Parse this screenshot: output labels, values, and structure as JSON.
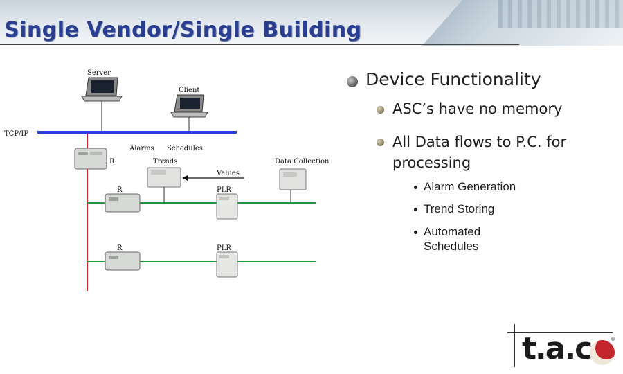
{
  "header": {
    "title": "Single Vendor/Single Building"
  },
  "diagram": {
    "labels": {
      "server": "Server",
      "client": "Client",
      "network": "TCP/IP",
      "alarms": "Alarms",
      "schedules": "Schedules",
      "trends": "Trends",
      "data_collection": "Data Collection",
      "values": "Values",
      "r1": "R",
      "r2": "R",
      "r3": "R",
      "plr1": "PLR",
      "plr2": "PLR"
    },
    "colors": {
      "tcp_bus": "#2b3fd6",
      "main_bus": "#d4202a",
      "field_bus": "#1f9a3a"
    }
  },
  "content": {
    "heading": "Device Functionality",
    "points": [
      "ASC’s have no memory",
      "All Data flows to P.C. for processing"
    ],
    "subpoints": [
      "Alarm Generation",
      "Trend Storing",
      "Automated Schedules"
    ]
  },
  "logo": {
    "text": "t.a.c",
    "mark": "®"
  }
}
